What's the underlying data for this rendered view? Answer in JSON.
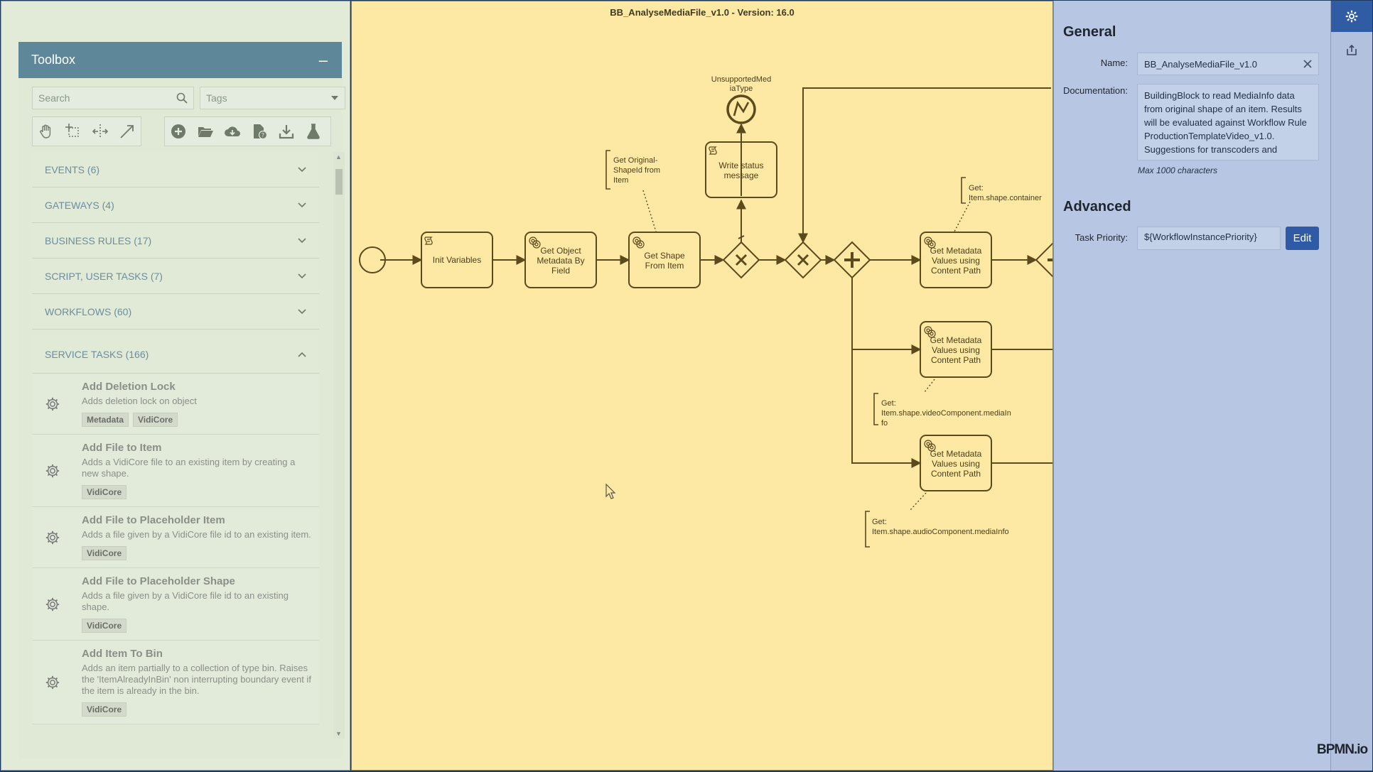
{
  "toolbox": {
    "title": "Toolbox",
    "collapse_label": "–",
    "search_placeholder": "Search",
    "tags_placeholder": "Tags",
    "categories": [
      {
        "label": "EVENTS (6)"
      },
      {
        "label": "GATEWAYS (4)"
      },
      {
        "label": "BUSINESS RULES (17)"
      },
      {
        "label": "SCRIPT, USER TASKS (7)"
      },
      {
        "label": "WORKFLOWS (60)"
      },
      {
        "label": "SERVICE TASKS (166)"
      }
    ],
    "service_tasks": [
      {
        "title": "Add Deletion Lock",
        "desc": "Adds deletion lock on object",
        "tags": [
          "Metadata",
          "VidiCore"
        ]
      },
      {
        "title": "Add File to Item",
        "desc": "Adds a VidiCore file to an existing item by creating a new shape.",
        "tags": [
          "VidiCore"
        ]
      },
      {
        "title": "Add File to Placeholder Item",
        "desc": "Adds a file given by a VidiCore file id to an existing item.",
        "tags": [
          "VidiCore"
        ]
      },
      {
        "title": "Add File to Placeholder Shape",
        "desc": "Adds a file given by a VidiCore file id to an existing shape.",
        "tags": [
          "VidiCore"
        ]
      },
      {
        "title": "Add Item To Bin",
        "desc": "Adds an item partially to a collection of type bin. Raises the 'ItemAlreadyInBin' non interrupting boundary event if the item is already in the bin.",
        "tags": [
          "VidiCore"
        ]
      }
    ]
  },
  "canvas": {
    "title": "BB_AnalyseMediaFile_v1.0 - Version: 16.0",
    "tasks": {
      "init": "Init Variables",
      "get_object_metadata": [
        "Get Object",
        "Metadata By",
        "Field"
      ],
      "get_shape": [
        "Get Shape",
        "From Item"
      ],
      "write_status": [
        "Write status",
        "message"
      ],
      "metadata_1": [
        "Get Metadata",
        "Values using",
        "Content Path"
      ],
      "metadata_2": [
        "Get Metadata",
        "Values using",
        "Content Path"
      ],
      "metadata_3": [
        "Get Metadata",
        "Values using",
        "Content Path"
      ]
    },
    "error_event_label": [
      "UnsupportedMed",
      "iaType"
    ],
    "annotations": {
      "original_shape": [
        "Get Original-",
        "ShapeId from",
        "Item"
      ],
      "container": [
        "Get:",
        "Item.shape.container"
      ],
      "video": [
        "Get:",
        "Item.shape.videoComponent.mediaIn",
        "fo"
      ],
      "audio": [
        "Get:",
        "Item.shape.audioComponent.mediaInfo"
      ]
    }
  },
  "properties": {
    "general_heading": "General",
    "name_label": "Name:",
    "name_value": "BB_AnalyseMediaFile_v1.0",
    "documentation_label": "Documentation:",
    "documentation_value": "BuildingBlock to read MediaInfo data from original shape of an item. Results will be evaluated against Workflow Rule ProductionTemplateVideo_v1.0. Suggestions for transcoders and",
    "max_chars": "Max 1000 characters",
    "advanced_heading": "Advanced",
    "task_priority_label": "Task Priority:",
    "task_priority_value": "${WorkflowInstancePriority}",
    "edit_label": "Edit"
  },
  "logo": "BPMN.io",
  "colors": {
    "canvas_bg": "#fde8a4",
    "stroke": "#5a4a1c",
    "props_bg": "#b7c7e3",
    "accent": "#2e5aa6",
    "toolbox_header": "#5e8799"
  }
}
